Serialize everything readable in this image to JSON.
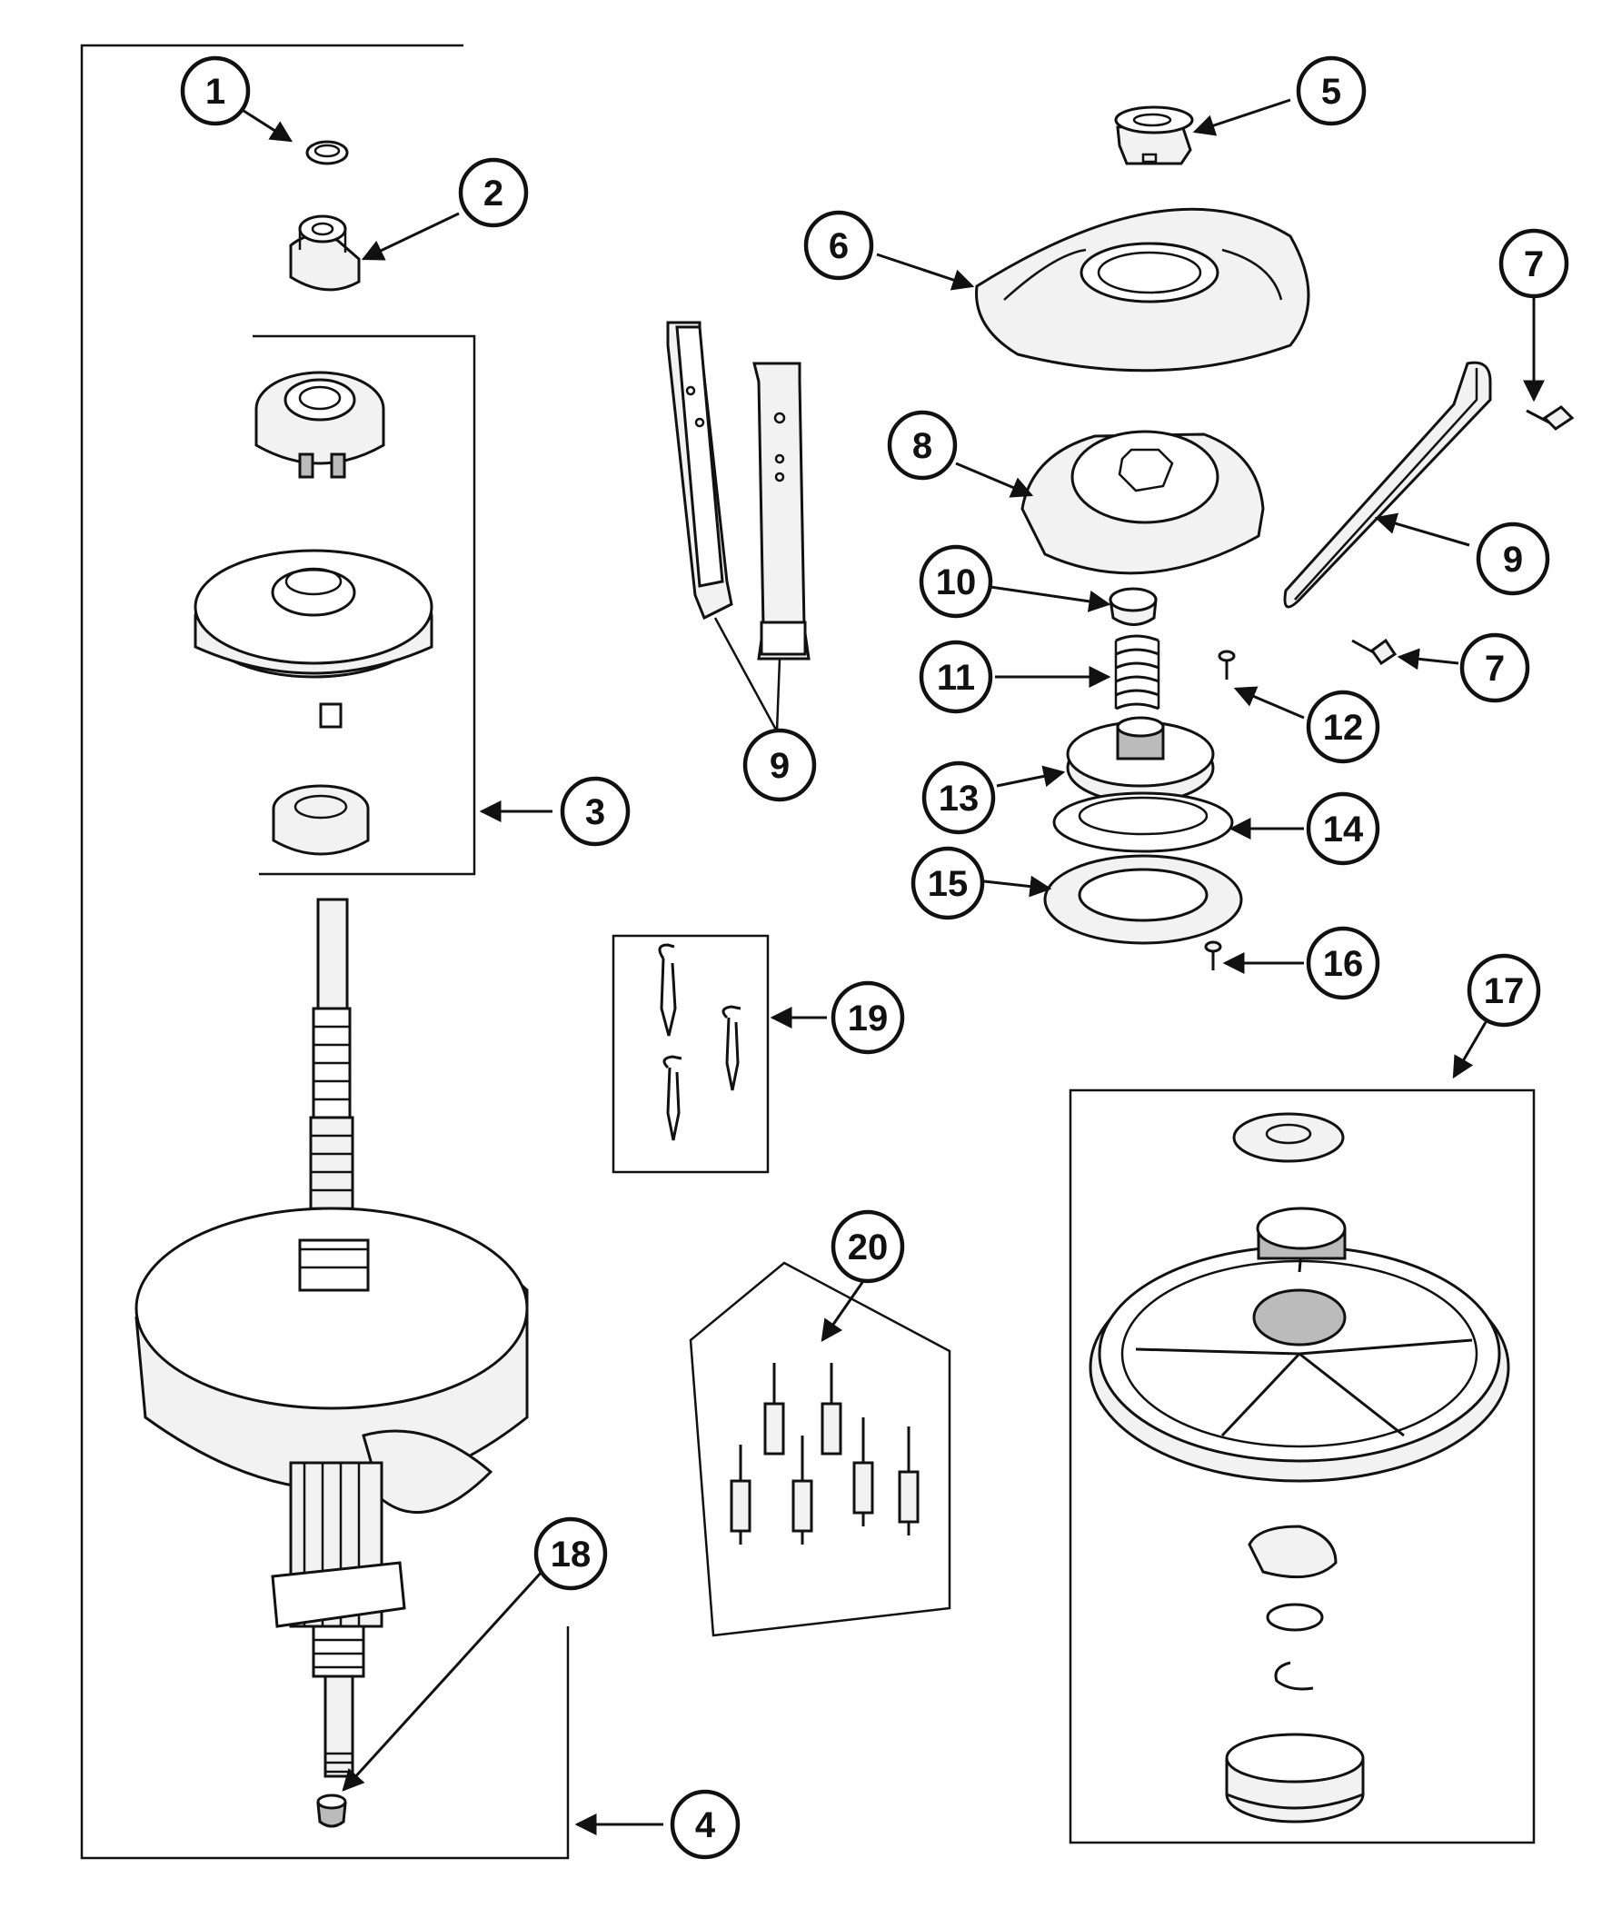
{
  "callouts": [
    {
      "id": "c1",
      "label": "1"
    },
    {
      "id": "c2",
      "label": "2"
    },
    {
      "id": "c3",
      "label": "3"
    },
    {
      "id": "c4",
      "label": "4"
    },
    {
      "id": "c5",
      "label": "5"
    },
    {
      "id": "c6",
      "label": "6"
    },
    {
      "id": "c7a",
      "label": "7"
    },
    {
      "id": "c7b",
      "label": "7"
    },
    {
      "id": "c8",
      "label": "8"
    },
    {
      "id": "c9a",
      "label": "9"
    },
    {
      "id": "c9b",
      "label": "9"
    },
    {
      "id": "c10",
      "label": "10"
    },
    {
      "id": "c11",
      "label": "11"
    },
    {
      "id": "c12",
      "label": "12"
    },
    {
      "id": "c13",
      "label": "13"
    },
    {
      "id": "c14",
      "label": "14"
    },
    {
      "id": "c15",
      "label": "15"
    },
    {
      "id": "c16",
      "label": "16"
    },
    {
      "id": "c17",
      "label": "17"
    },
    {
      "id": "c18",
      "label": "18"
    },
    {
      "id": "c19",
      "label": "19"
    },
    {
      "id": "c20",
      "label": "20"
    }
  ]
}
